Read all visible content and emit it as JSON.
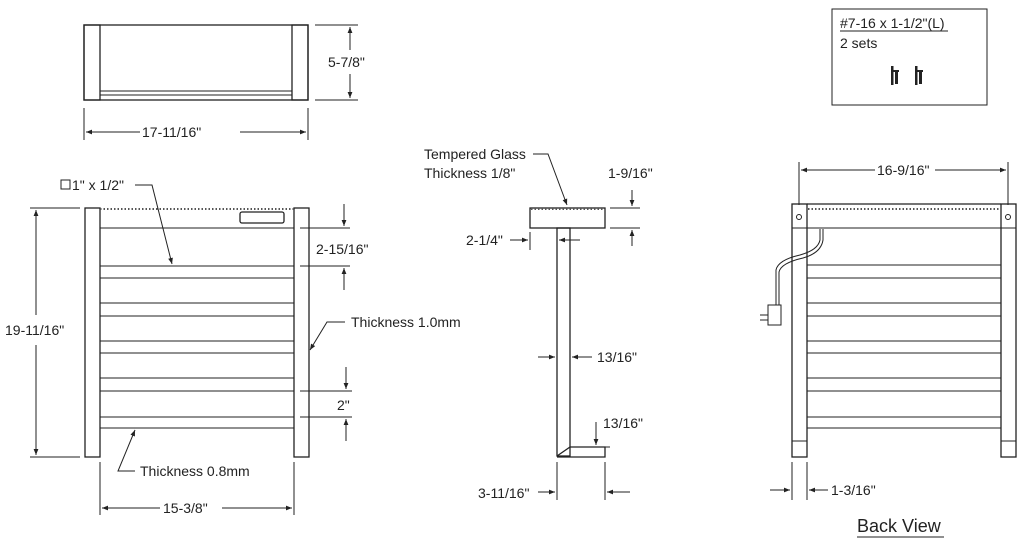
{
  "top_view": {
    "depth": "5-7/8\"",
    "width": "17-11/16\""
  },
  "front_view": {
    "tube_size": "1\" x 1/2\"",
    "total_height": "19-11/16\"",
    "top_gap": "2-15/16\"",
    "post_thickness": "Thickness 1.0mm",
    "slat_spacing": "2\"",
    "slat_thickness": "Thickness 0.8mm",
    "inner_width": "15-3/8\""
  },
  "side_view": {
    "glass_label": "Tempered Glass",
    "glass_thickness": "Thickness 1/8\"",
    "top_height": "1-9/16\"",
    "top_offset": "2-1/4\"",
    "stem_width": "13/16\"",
    "foot_height": "13/16\"",
    "foot_length": "3-11/16\""
  },
  "back_view": {
    "width": "16-9/16\"",
    "post_width": "1-3/16\"",
    "title": "Back View"
  },
  "hardware_box": {
    "screw_spec": "#7-16 x 1-1/2\"(L)",
    "quantity": "2 sets"
  }
}
